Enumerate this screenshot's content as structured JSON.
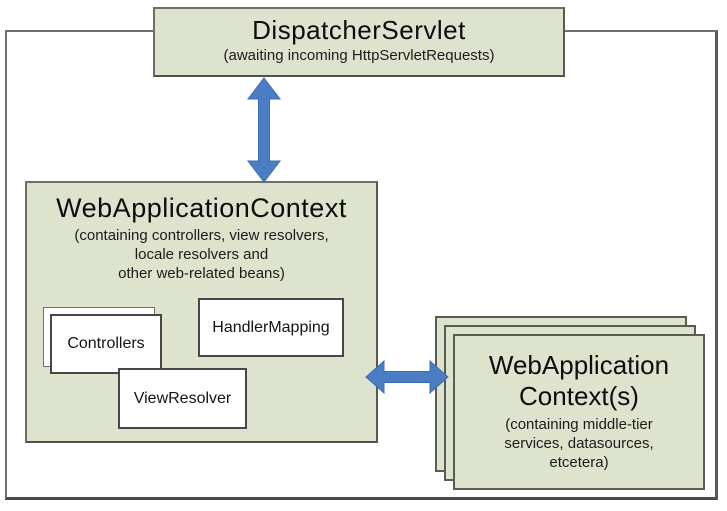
{
  "diagram": {
    "dispatcher_servlet": {
      "title": "DispatcherServlet",
      "subtitle": "(awaiting incoming HttpServletRequests)"
    },
    "web_application_context": {
      "title": "WebApplicationContext",
      "subtitle_lines": [
        "(containing controllers, view resolvers,",
        "locale resolvers and",
        "other web-related beans)"
      ],
      "children": {
        "controllers": "Controllers",
        "handler_mapping": "HandlerMapping",
        "view_resolver": "ViewResolver"
      }
    },
    "web_application_contexts": {
      "title_lines": [
        "WebApplication",
        "Context(s)"
      ],
      "subtitle_lines": [
        "(containing middle-tier",
        "services, datasources,",
        "etcetera)"
      ]
    },
    "colors": {
      "box_fill": "#dde3cc",
      "box_border": "#5c6155",
      "white_box_border": "#474747",
      "frame_border": "#6e6e6e",
      "arrow_blue": "#4a7dc4",
      "text": "#111111"
    }
  }
}
